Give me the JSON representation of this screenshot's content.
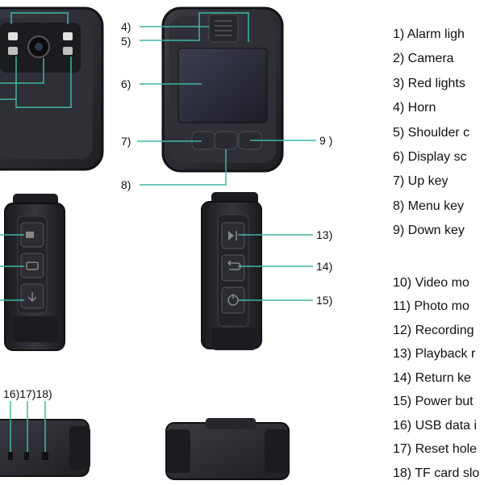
{
  "callouts": {
    "c4": "4)",
    "c5": "5)",
    "c6": "6)",
    "c7": "7)",
    "c8": "8)",
    "c9": "9 )",
    "c13": "13)",
    "c14": "14)",
    "c15": "15)",
    "c16_18": "16)17)18)"
  },
  "legend": [
    "1) Alarm ligh",
    "2) Camera",
    "3) Red lights",
    "4) Horn",
    "5) Shoulder c",
    "6) Display sc",
    "7) Up key",
    "8) Menu key",
    "9) Down key",
    "10) Video mo",
    "11) Photo mo",
    "12) Recording",
    "13) Playback r",
    "14) Return ke",
    "15) Power but",
    "16) USB data i",
    "17) Reset hole",
    "18) TF card slo"
  ],
  "colors": {
    "callout_line": "#3fb6a8",
    "device_body": "#2b2d31",
    "device_edge": "#15161a",
    "screen": "#2f3140"
  }
}
